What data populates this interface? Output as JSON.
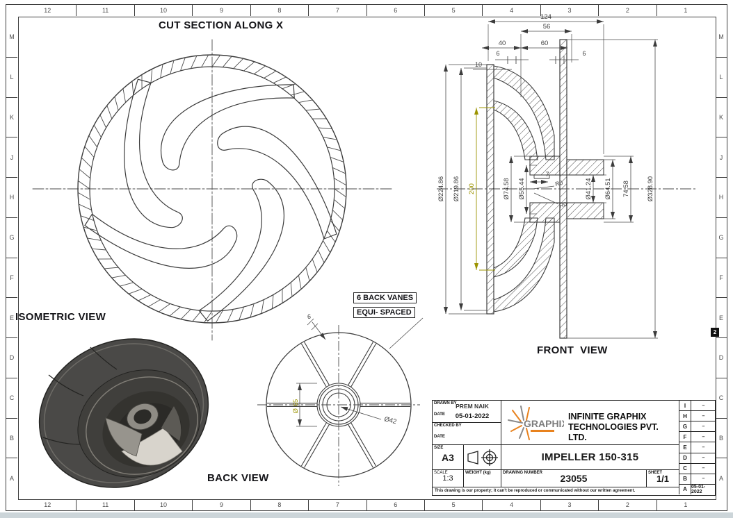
{
  "colors": {
    "line": "#3c3c3c",
    "dim": "#4a4a4a",
    "accent_dim": "#9c9400",
    "logo_orange": "#e8821e",
    "logo_gray": "#8a8a8a"
  },
  "border": {
    "columns": [
      "12",
      "11",
      "10",
      "9",
      "8",
      "7",
      "6",
      "5",
      "4",
      "3",
      "2",
      "1"
    ],
    "rows": [
      "M",
      "L",
      "K",
      "J",
      "H",
      "G",
      "F",
      "E",
      "D",
      "C",
      "B",
      "A"
    ],
    "fold_mark": "2"
  },
  "cut_section": {
    "title": "CUT SECTION ALONG X"
  },
  "isometric": {
    "title": "ISOMETRIC VIEW"
  },
  "back_view": {
    "title": "BACK VIEW",
    "note1": "6 BACK VANES",
    "note2": "EQUI- SPACED",
    "dim_hub": "Ø 65",
    "dim_shaft": "Ø42",
    "dim_vane_thickness": "6"
  },
  "front_view": {
    "title": "FRONT  VIEW",
    "dims": {
      "overall_width": "124",
      "hub_span": "56",
      "left_span": "40",
      "right_span": "60",
      "lip_left": "6",
      "lip_right": "6",
      "shroud_thickness": "10",
      "d_back_shroud": "Ø224.86",
      "d_back_inner": "Ø219.86",
      "eye_span": "200",
      "d_hub_front": "Ø74.58",
      "d_hub_step": "Ø55.44",
      "key_width": "7",
      "r_zero_1": "R0",
      "r_zero_2": "R0",
      "d_bore": "Ø41.24",
      "d_boss": "Ø64.51",
      "hub_length": "74.58",
      "d_outer": "Ø328.90"
    }
  },
  "title_block": {
    "drawn_by_label": "DRAWN BY",
    "drawn_by": "PREM NAIK",
    "date_label": "DATE",
    "drawn_date": "05-01-2022",
    "checked_by_label": "CHECKED BY",
    "checked_date_label": "DATE",
    "logo_text": "GRAPHIX",
    "company_line1": "INFINITE GRAPHIX",
    "company_line2": "TECHNOLOGIES PVT. LTD.",
    "size_label": "SIZE",
    "size": "A3",
    "title": "IMPELLER 150-315",
    "scale_label": "SCALE",
    "scale": "1:3",
    "weight_label": "WEIGHT (kg)",
    "number_label": "DRAWING NUMBER",
    "number": "23055",
    "sheet_label": "SHEET",
    "sheet": "1/1",
    "disclaimer": "This drawing is our property; it can't be reproduced or communicated without our written agreement.",
    "revisions": [
      {
        "rev": "I",
        "value": "–"
      },
      {
        "rev": "H",
        "value": "–"
      },
      {
        "rev": "G",
        "value": "–"
      },
      {
        "rev": "F",
        "value": "–"
      },
      {
        "rev": "E",
        "value": "–"
      },
      {
        "rev": "D",
        "value": "–"
      },
      {
        "rev": "C",
        "value": "–"
      },
      {
        "rev": "B",
        "value": "–"
      },
      {
        "rev": "A",
        "value": "05-01-2022"
      }
    ]
  }
}
